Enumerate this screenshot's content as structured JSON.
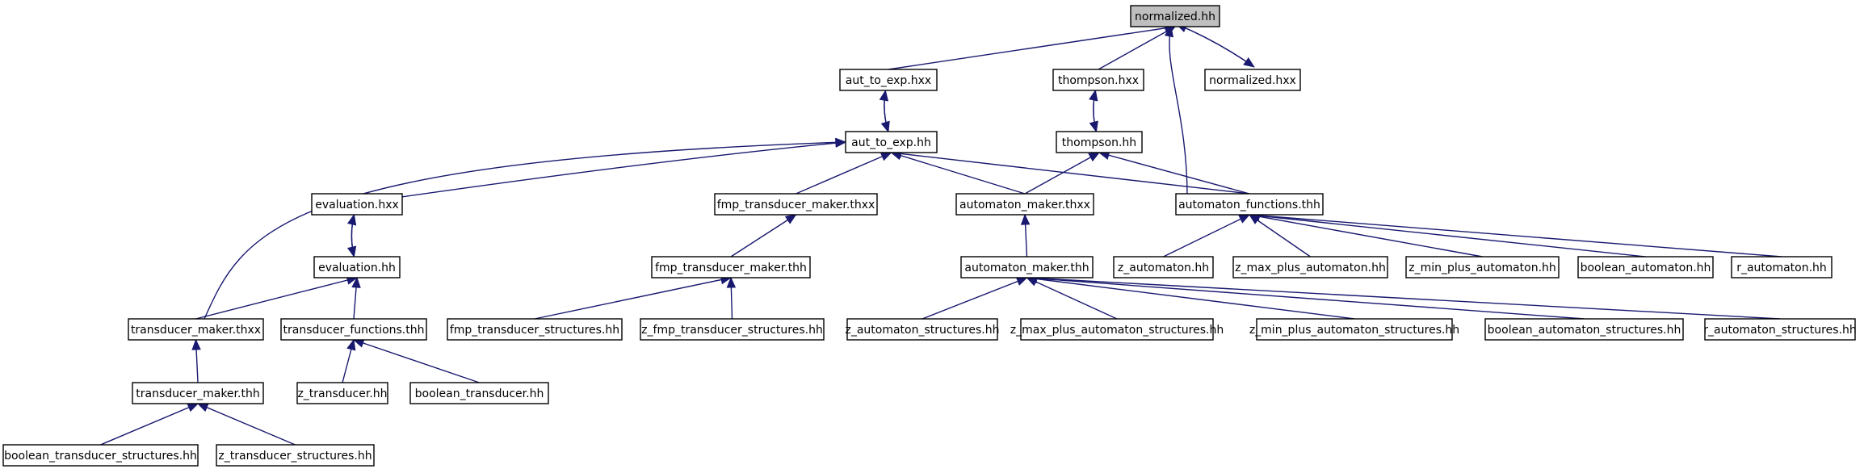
{
  "nodes": [
    {
      "id": "normalized_hh",
      "label": "normalized.hh",
      "root": true
    },
    {
      "id": "aut_to_exp_hxx",
      "label": "aut_to_exp.hxx"
    },
    {
      "id": "thompson_hxx",
      "label": "thompson.hxx"
    },
    {
      "id": "normalized_hxx",
      "label": "normalized.hxx"
    },
    {
      "id": "aut_to_exp_hh",
      "label": "aut_to_exp.hh"
    },
    {
      "id": "thompson_hh",
      "label": "thompson.hh"
    },
    {
      "id": "evaluation_hxx",
      "label": "evaluation.hxx"
    },
    {
      "id": "fmp_transducer_maker_thxx",
      "label": "fmp_transducer_maker.thxx"
    },
    {
      "id": "automaton_maker_thxx",
      "label": "automaton_maker.thxx"
    },
    {
      "id": "automaton_functions_thh",
      "label": "automaton_functions.thh"
    },
    {
      "id": "evaluation_hh",
      "label": "evaluation.hh"
    },
    {
      "id": "fmp_transducer_maker_thh",
      "label": "fmp_transducer_maker.thh"
    },
    {
      "id": "automaton_maker_thh",
      "label": "automaton_maker.thh"
    },
    {
      "id": "z_automaton_hh",
      "label": "z_automaton.hh"
    },
    {
      "id": "z_max_plus_automaton_hh",
      "label": "z_max_plus_automaton.hh"
    },
    {
      "id": "z_min_plus_automaton_hh",
      "label": "z_min_plus_automaton.hh"
    },
    {
      "id": "boolean_automaton_hh",
      "label": "boolean_automaton.hh"
    },
    {
      "id": "r_automaton_hh",
      "label": "r_automaton.hh"
    },
    {
      "id": "transducer_maker_thxx",
      "label": "transducer_maker.thxx"
    },
    {
      "id": "transducer_functions_thh",
      "label": "transducer_functions.thh"
    },
    {
      "id": "fmp_transducer_structures_hh",
      "label": "fmp_transducer_structures.hh"
    },
    {
      "id": "z_fmp_transducer_structures_hh",
      "label": "z_fmp_transducer_structures.hh"
    },
    {
      "id": "z_automaton_structures_hh",
      "label": "z_automaton_structures.hh"
    },
    {
      "id": "z_max_plus_automaton_structures_hh",
      "label": "z_max_plus_automaton_structures.hh"
    },
    {
      "id": "z_min_plus_automaton_structures_hh",
      "label": "z_min_plus_automaton_structures.hh"
    },
    {
      "id": "boolean_automaton_structures_hh",
      "label": "boolean_automaton_structures.hh"
    },
    {
      "id": "r_automaton_structures_hh",
      "label": "r_automaton_structures.hh"
    },
    {
      "id": "transducer_maker_thh",
      "label": "transducer_maker.thh"
    },
    {
      "id": "z_transducer_hh",
      "label": "z_transducer.hh"
    },
    {
      "id": "boolean_transducer_hh",
      "label": "boolean_transducer.hh"
    },
    {
      "id": "boolean_transducer_structures_hh",
      "label": "boolean_transducer_structures.hh"
    },
    {
      "id": "z_transducer_structures_hh",
      "label": "z_transducer_structures.hh"
    }
  ],
  "edges": [
    {
      "from": "aut_to_exp_hxx",
      "to": "normalized_hh"
    },
    {
      "from": "thompson_hxx",
      "to": "normalized_hh"
    },
    {
      "from": "normalized_hxx",
      "to": "normalized_hh"
    },
    {
      "from": "normalized_hh",
      "to": "normalized_hxx"
    },
    {
      "from": "automaton_functions_thh",
      "to": "normalized_hh"
    },
    {
      "from": "aut_to_exp_hh",
      "to": "aut_to_exp_hxx"
    },
    {
      "from": "aut_to_exp_hxx",
      "to": "aut_to_exp_hh"
    },
    {
      "from": "thompson_hh",
      "to": "thompson_hxx"
    },
    {
      "from": "thompson_hxx",
      "to": "thompson_hh"
    },
    {
      "from": "evaluation_hxx",
      "to": "aut_to_exp_hh"
    },
    {
      "from": "transducer_maker_thxx",
      "to": "aut_to_exp_hh"
    },
    {
      "from": "fmp_transducer_maker_thxx",
      "to": "aut_to_exp_hh"
    },
    {
      "from": "automaton_maker_thxx",
      "to": "aut_to_exp_hh"
    },
    {
      "from": "automaton_functions_thh",
      "to": "aut_to_exp_hh"
    },
    {
      "from": "automaton_maker_thxx",
      "to": "thompson_hh"
    },
    {
      "from": "automaton_functions_thh",
      "to": "thompson_hh"
    },
    {
      "from": "evaluation_hh",
      "to": "evaluation_hxx"
    },
    {
      "from": "evaluation_hxx",
      "to": "evaluation_hh"
    },
    {
      "from": "fmp_transducer_maker_thh",
      "to": "fmp_transducer_maker_thxx"
    },
    {
      "from": "automaton_maker_thh",
      "to": "automaton_maker_thxx"
    },
    {
      "from": "z_automaton_hh",
      "to": "automaton_functions_thh"
    },
    {
      "from": "z_max_plus_automaton_hh",
      "to": "automaton_functions_thh"
    },
    {
      "from": "z_min_plus_automaton_hh",
      "to": "automaton_functions_thh"
    },
    {
      "from": "boolean_automaton_hh",
      "to": "automaton_functions_thh"
    },
    {
      "from": "r_automaton_hh",
      "to": "automaton_functions_thh"
    },
    {
      "from": "transducer_maker_thxx",
      "to": "evaluation_hh"
    },
    {
      "from": "transducer_functions_thh",
      "to": "evaluation_hh"
    },
    {
      "from": "fmp_transducer_structures_hh",
      "to": "fmp_transducer_maker_thh"
    },
    {
      "from": "z_fmp_transducer_structures_hh",
      "to": "fmp_transducer_maker_thh"
    },
    {
      "from": "z_automaton_structures_hh",
      "to": "automaton_maker_thh"
    },
    {
      "from": "z_max_plus_automaton_structures_hh",
      "to": "automaton_maker_thh"
    },
    {
      "from": "z_min_plus_automaton_structures_hh",
      "to": "automaton_maker_thh"
    },
    {
      "from": "boolean_automaton_structures_hh",
      "to": "automaton_maker_thh"
    },
    {
      "from": "r_automaton_structures_hh",
      "to": "automaton_maker_thh"
    },
    {
      "from": "transducer_maker_thh",
      "to": "transducer_maker_thxx"
    },
    {
      "from": "z_transducer_hh",
      "to": "transducer_functions_thh"
    },
    {
      "from": "boolean_transducer_hh",
      "to": "transducer_functions_thh"
    },
    {
      "from": "boolean_transducer_structures_hh",
      "to": "transducer_maker_thh"
    },
    {
      "from": "z_transducer_structures_hh",
      "to": "transducer_maker_thh"
    }
  ],
  "colors": {
    "edge": "#191970",
    "node_fill": "#ffffff",
    "root_fill": "#bfbfbf",
    "node_border": "#000000"
  }
}
